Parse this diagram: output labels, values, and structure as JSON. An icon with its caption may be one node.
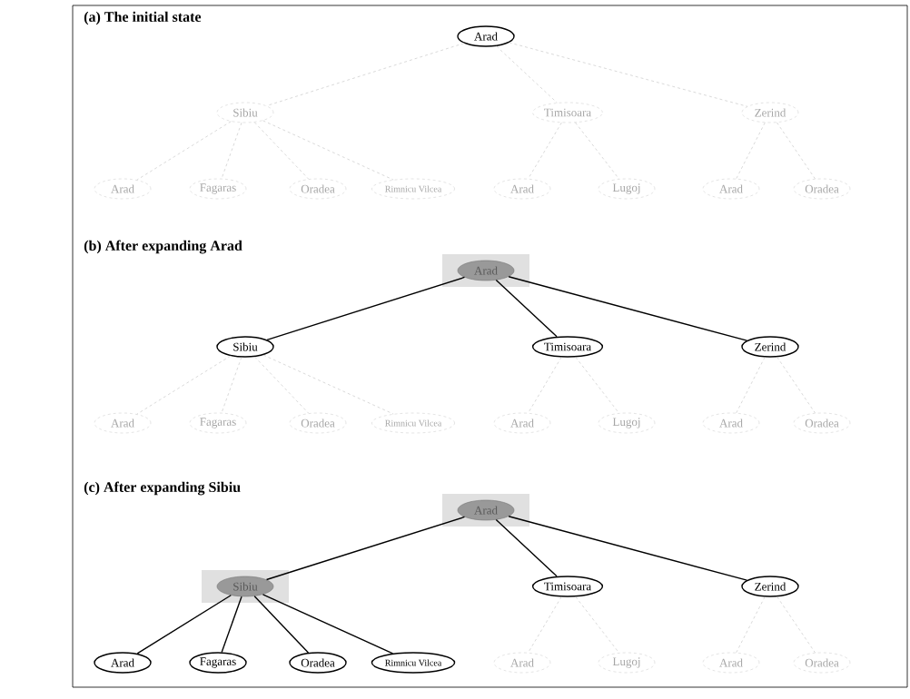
{
  "diagram": {
    "nodes": [
      {
        "text": [
          "Arad"
        ]
      },
      {
        "text": [
          "Sibiu"
        ]
      },
      {
        "text": [
          "Timisoara"
        ]
      },
      {
        "text": [
          "Zerind"
        ]
      },
      {
        "text": [
          "Arad"
        ]
      },
      {
        "text": [
          "Fagaras"
        ]
      },
      {
        "text": [
          "Oradea"
        ]
      },
      {
        "text": [
          "Rimnicu Vilcea"
        ]
      },
      {
        "text": [
          "Arad"
        ]
      },
      {
        "text": [
          "Lugoj"
        ]
      },
      {
        "text": [
          "Arad"
        ]
      },
      {
        "text": [
          "Oradea"
        ]
      },
      {
        "text": [
          "Arad"
        ]
      },
      {
        "text": [
          "Sibiu"
        ]
      },
      {
        "text": [
          "Timisoara"
        ]
      },
      {
        "text": [
          "Zerind"
        ]
      },
      {
        "text": [
          "Arad"
        ]
      },
      {
        "text": [
          "Fagaras"
        ]
      },
      {
        "text": [
          "Oradea"
        ]
      },
      {
        "text": [
          "Rimnicu Vilcea"
        ]
      },
      {
        "text": [
          "Arad"
        ]
      },
      {
        "text": [
          "Lugoj"
        ]
      },
      {
        "text": [
          "Arad"
        ]
      },
      {
        "text": [
          "Oradea"
        ]
      },
      {
        "text": [
          "Arad"
        ]
      },
      {
        "text": [
          "Sibiu"
        ]
      },
      {
        "text": [
          "Timisoara"
        ]
      },
      {
        "text": [
          "Zerind"
        ]
      },
      {
        "text": [
          "Arad"
        ]
      },
      {
        "text": [
          "Fagaras"
        ]
      },
      {
        "text": [
          "Oradea"
        ]
      },
      {
        "text": [
          "Rimnicu Vilcea"
        ]
      },
      {
        "text": [
          "Arad"
        ]
      },
      {
        "text": [
          "Lugoj"
        ]
      },
      {
        "text": [
          "Arad"
        ]
      },
      {
        "text": [
          "Oradea"
        ]
      }
    ],
    "edges": [
      {
        "from": 0,
        "to": 1,
        "arrow": "none",
        "style": "dashed"
      },
      {
        "from": 0,
        "to": 2,
        "arrow": "none",
        "style": "dashed"
      },
      {
        "from": 0,
        "to": 3,
        "arrow": "none",
        "style": "dashed"
      },
      {
        "from": 1,
        "to": 4,
        "arrow": "none",
        "style": "dashed"
      },
      {
        "from": 1,
        "to": 5,
        "arrow": "none",
        "style": "dashed"
      },
      {
        "from": 1,
        "to": 6,
        "arrow": "none",
        "style": "dashed"
      },
      {
        "from": 1,
        "to": 7,
        "arrow": "none",
        "style": "dashed"
      },
      {
        "from": 2,
        "to": 8,
        "arrow": "none",
        "style": "dashed"
      },
      {
        "from": 2,
        "to": 9,
        "arrow": "none",
        "style": "dashed"
      },
      {
        "from": 3,
        "to": 10,
        "arrow": "none",
        "style": "dashed"
      },
      {
        "from": 3,
        "to": 11,
        "arrow": "none",
        "style": "dashed"
      },
      {
        "from": 12,
        "to": 13,
        "arrow": "none",
        "color": "#000000"
      },
      {
        "from": 12,
        "to": 14,
        "arrow": "none",
        "color": "#000000"
      },
      {
        "from": 12,
        "to": 15,
        "arrow": "none",
        "color": "#000000"
      },
      {
        "from": 13,
        "to": 16,
        "arrow": "none",
        "style": "dashed"
      },
      {
        "from": 13,
        "to": 17,
        "arrow": "none",
        "style": "dashed"
      },
      {
        "from": 13,
        "to": 18,
        "arrow": "none",
        "style": "dashed"
      },
      {
        "from": 13,
        "to": 19,
        "arrow": "none",
        "style": "dashed"
      },
      {
        "from": 14,
        "to": 20,
        "arrow": "none",
        "style": "dashed"
      },
      {
        "from": 14,
        "to": 21,
        "arrow": "none",
        "style": "dashed"
      },
      {
        "from": 15,
        "to": 22,
        "arrow": "none",
        "style": "dashed"
      },
      {
        "from": 15,
        "to": 23,
        "arrow": "none",
        "style": "dashed"
      },
      {
        "from": 24,
        "to": 25,
        "arrow": "none",
        "color": "#000000"
      },
      {
        "from": 24,
        "to": 26,
        "arrow": "none",
        "color": "#000000"
      },
      {
        "from": 24,
        "to": 27,
        "arrow": "none",
        "color": "#000000"
      },
      {
        "from": 25,
        "to": 28,
        "arrow": "none",
        "color": "#000000"
      },
      {
        "from": 25,
        "to": 29,
        "arrow": "none",
        "color": "#000000"
      },
      {
        "from": 25,
        "to": 30,
        "arrow": "none",
        "color": "#000000"
      },
      {
        "from": 25,
        "to": 31,
        "arrow": "none",
        "color": "#000000"
      },
      {
        "from": 26,
        "to": 32,
        "arrow": "none",
        "style": "dashed"
      },
      {
        "from": 26,
        "to": 33,
        "arrow": "none",
        "style": "dashed"
      },
      {
        "from": 27,
        "to": 34,
        "arrow": "none",
        "style": "dashed"
      },
      {
        "from": 27,
        "to": 35,
        "arrow": "none",
        "style": "dashed"
      }
    ],
    "labels": [
      "(a) The initial state",
      "(b) After expanding Arad",
      "(c) After expanding Sibiu"
    ]
  }
}
